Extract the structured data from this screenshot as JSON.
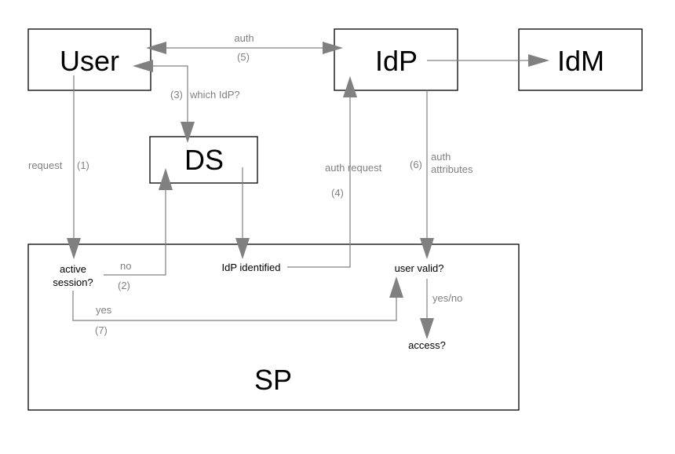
{
  "diagram": {
    "nodes": {
      "user": "User",
      "idp": "IdP",
      "idm": "IdM",
      "ds": "DS",
      "sp": "SP"
    },
    "sp_steps": {
      "active_session_line1": "active",
      "active_session_line2": "session?",
      "idp_identified": "IdP identified",
      "user_valid": "user valid?",
      "access": "access?"
    },
    "edge_labels": {
      "auth": "auth",
      "step5": "(5)",
      "step3": "(3)",
      "which_idp": "which IdP?",
      "request": "request",
      "step1": "(1)",
      "auth_request": "auth request",
      "step4": "(4)",
      "step6": "(6)",
      "auth_attr_line1": "auth",
      "auth_attr_line2": "attributes",
      "no": "no",
      "step2": "(2)",
      "yes": "yes",
      "step7": "(7)",
      "yes_no": "yes/no"
    },
    "colors": {
      "edge": "#808080",
      "box_border": "#000000",
      "text": "#000000",
      "label": "#808080"
    }
  }
}
